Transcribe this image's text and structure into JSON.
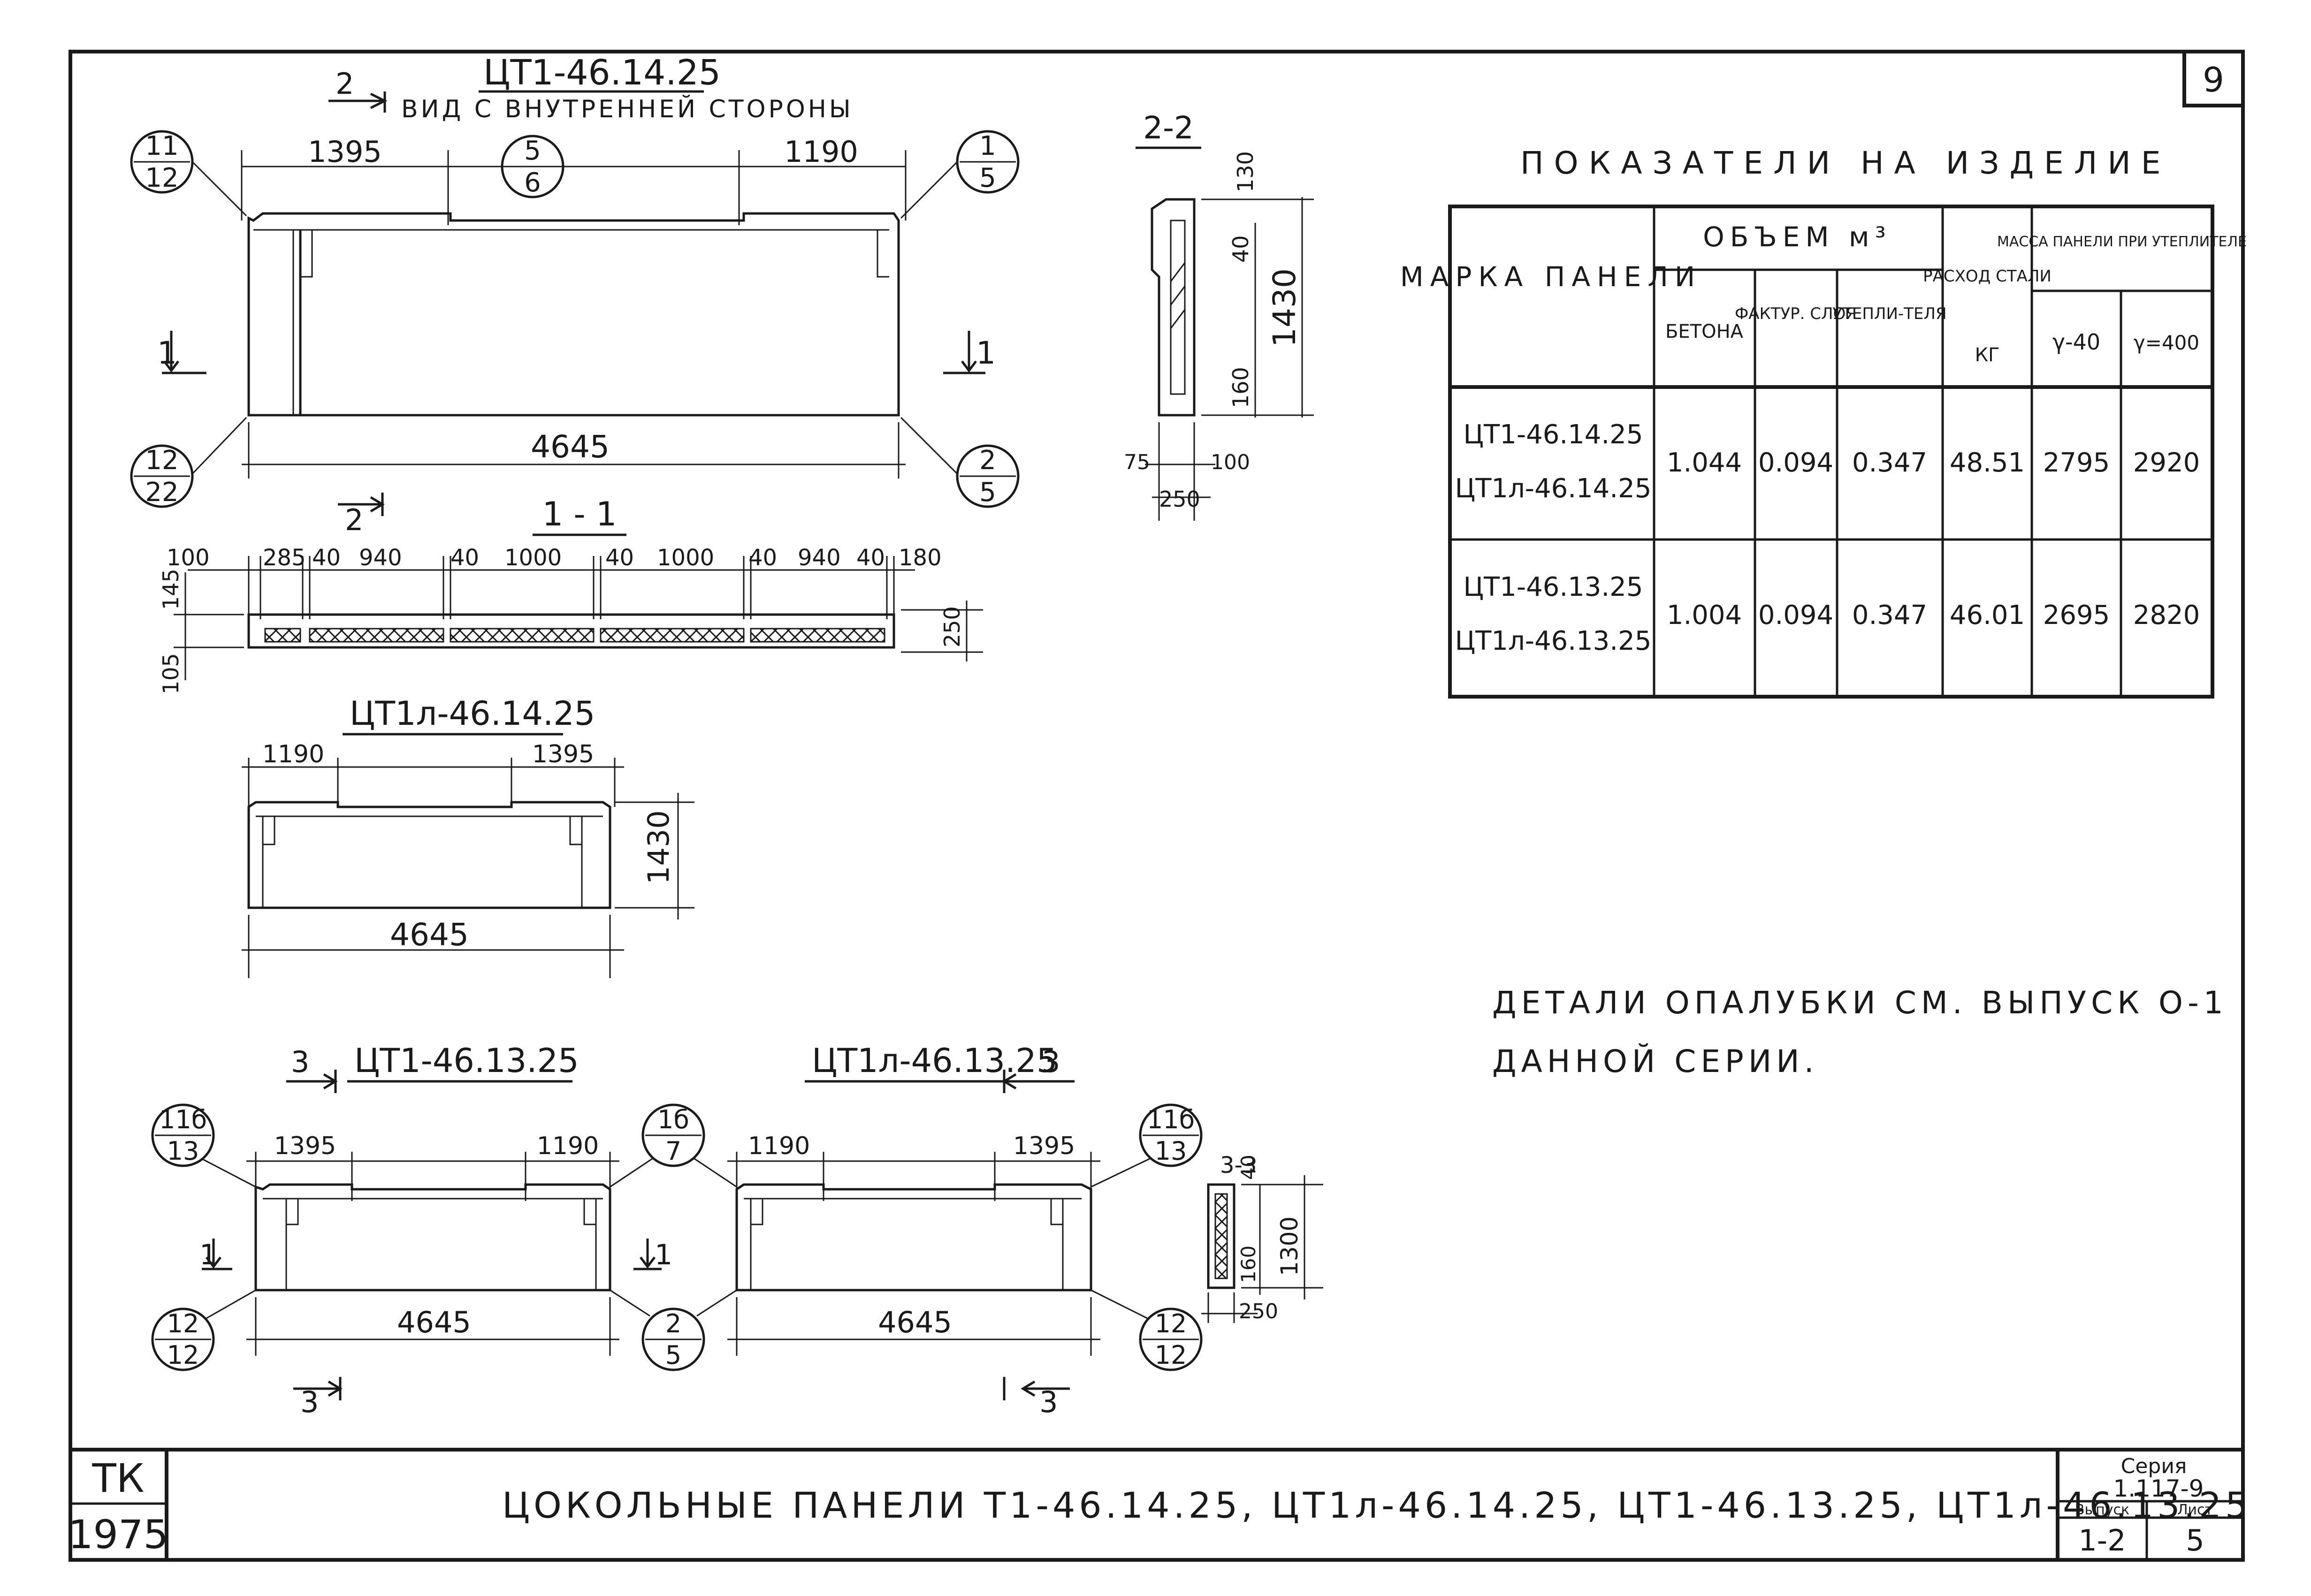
{
  "sheet_number": "9",
  "drawings": {
    "view_main": {
      "mark": "ЦТ1-46.14.25",
      "section_mark": "2",
      "caption": "ВИД С ВНУТРЕННЕЙ СТОРОНЫ",
      "dim_left": "1395",
      "dim_right": "1190",
      "dim_total": "4645",
      "bubble_tl": {
        "top": "11",
        "bottom": "12"
      },
      "bubble_mid": {
        "top": "5",
        "bottom": "6"
      },
      "bubble_tr": {
        "top": "1",
        "bottom": "5"
      },
      "bubble_bl": {
        "top": "12",
        "bottom": "22"
      },
      "bubble_br": {
        "top": "2",
        "bottom": "5"
      },
      "sec_left": "1",
      "sec_right": "1",
      "sec_bottom": "2"
    },
    "section_2_2": {
      "title": "2-2",
      "dims": {
        "top": "130",
        "d40": "40",
        "height": "1430",
        "d160": "160",
        "w75": "75",
        "w100": "100",
        "w250": "250"
      }
    },
    "section_1_1": {
      "title": "1 - 1",
      "dims_top": [
        "100",
        "285",
        "40",
        "940",
        "40",
        "1000",
        "40",
        "1000",
        "40",
        "940",
        "40",
        "180"
      ],
      "dim_left_top": "145",
      "dim_left_bottom": "105",
      "dim_right": "250"
    },
    "view_lev": {
      "mark": "ЦТ1л-46.14.25",
      "dim_left": "1190",
      "dim_right": "1395",
      "dim_height": "1430",
      "dim_total": "4645"
    },
    "view_46_13_left": {
      "mark": "ЦТ1-46.13.25",
      "section_mark": "3",
      "dim_left": "1395",
      "dim_right": "1190",
      "dim_total": "4645",
      "bubble_tl": {
        "top": "11б",
        "bottom": "13"
      },
      "bubble_bl": {
        "top": "12",
        "bottom": "12"
      },
      "sec_left": "1",
      "sec_right": "1",
      "sec_bottom": "3"
    },
    "view_46_13_right": {
      "mark": "ЦТ1л-46.13.25",
      "section_mark": "3",
      "dim_left": "1190",
      "dim_right": "1395",
      "dim_total": "4645",
      "bubble_tl": {
        "top": "1б",
        "bottom": "7"
      },
      "bubble_bl": {
        "top": "2",
        "bottom": "5"
      },
      "bubble_tr": {
        "top": "11б",
        "bottom": "13"
      },
      "bubble_br": {
        "top": "12",
        "bottom": "12"
      },
      "sec_bottom": "3"
    },
    "section_3_3": {
      "title": "3-3",
      "dims": {
        "d40": "40",
        "height": "1300",
        "d160": "160",
        "w250": "250"
      }
    }
  },
  "indicators": {
    "title": "ПОКАЗАТЕЛИ НА ИЗДЕЛИЕ",
    "headers": {
      "mark": "МАРКА ПАНЕЛИ",
      "volume": "ОБЪЕМ м³",
      "concrete": "БЕТОНА",
      "facing": "ФАКТУР. СЛОЯ",
      "insulation": "УТЕПЛИ-ТЕЛЯ",
      "steel": "РАСХОД СТАЛИ",
      "steel_unit": "КГ",
      "mass": "МАССА ПАНЕЛИ ПРИ УТЕПЛИТЕЛЕ",
      "gamma1": "γ-40",
      "gamma2": "γ=400"
    },
    "rows": [
      {
        "marks": [
          "ЦТ1-46.14.25",
          "ЦТ1л-46.14.25"
        ],
        "concrete": "1.044",
        "facing": "0.094",
        "insulation": "0.347",
        "steel": "48.51",
        "mass1": "2795",
        "mass2": "2920"
      },
      {
        "marks": [
          "ЦТ1-46.13.25",
          "ЦТ1л-46.13.25"
        ],
        "concrete": "1.004",
        "facing": "0.094",
        "insulation": "0.347",
        "steel": "46.01",
        "mass1": "2695",
        "mass2": "2820"
      }
    ]
  },
  "note": {
    "line1": "ДЕТАЛИ ОПАЛУБКИ СМ. ВЫПУСК О-1",
    "line2": "ДАННОЙ СЕРИИ."
  },
  "title_block": {
    "org_top": "ТК",
    "org_bottom": "1975",
    "title": "ЦОКОЛЬНЫЕ ПАНЕЛИ Т1-46.14.25, ЦТ1л-46.14.25, ЦТ1-46.13.25, ЦТ1л-46.13.25",
    "series_label": "Серия",
    "series_value": "1.117-9",
    "issue_label": "Выпуск",
    "issue_value": "1-2",
    "sheet_label": "Лист",
    "sheet_value": "5"
  }
}
